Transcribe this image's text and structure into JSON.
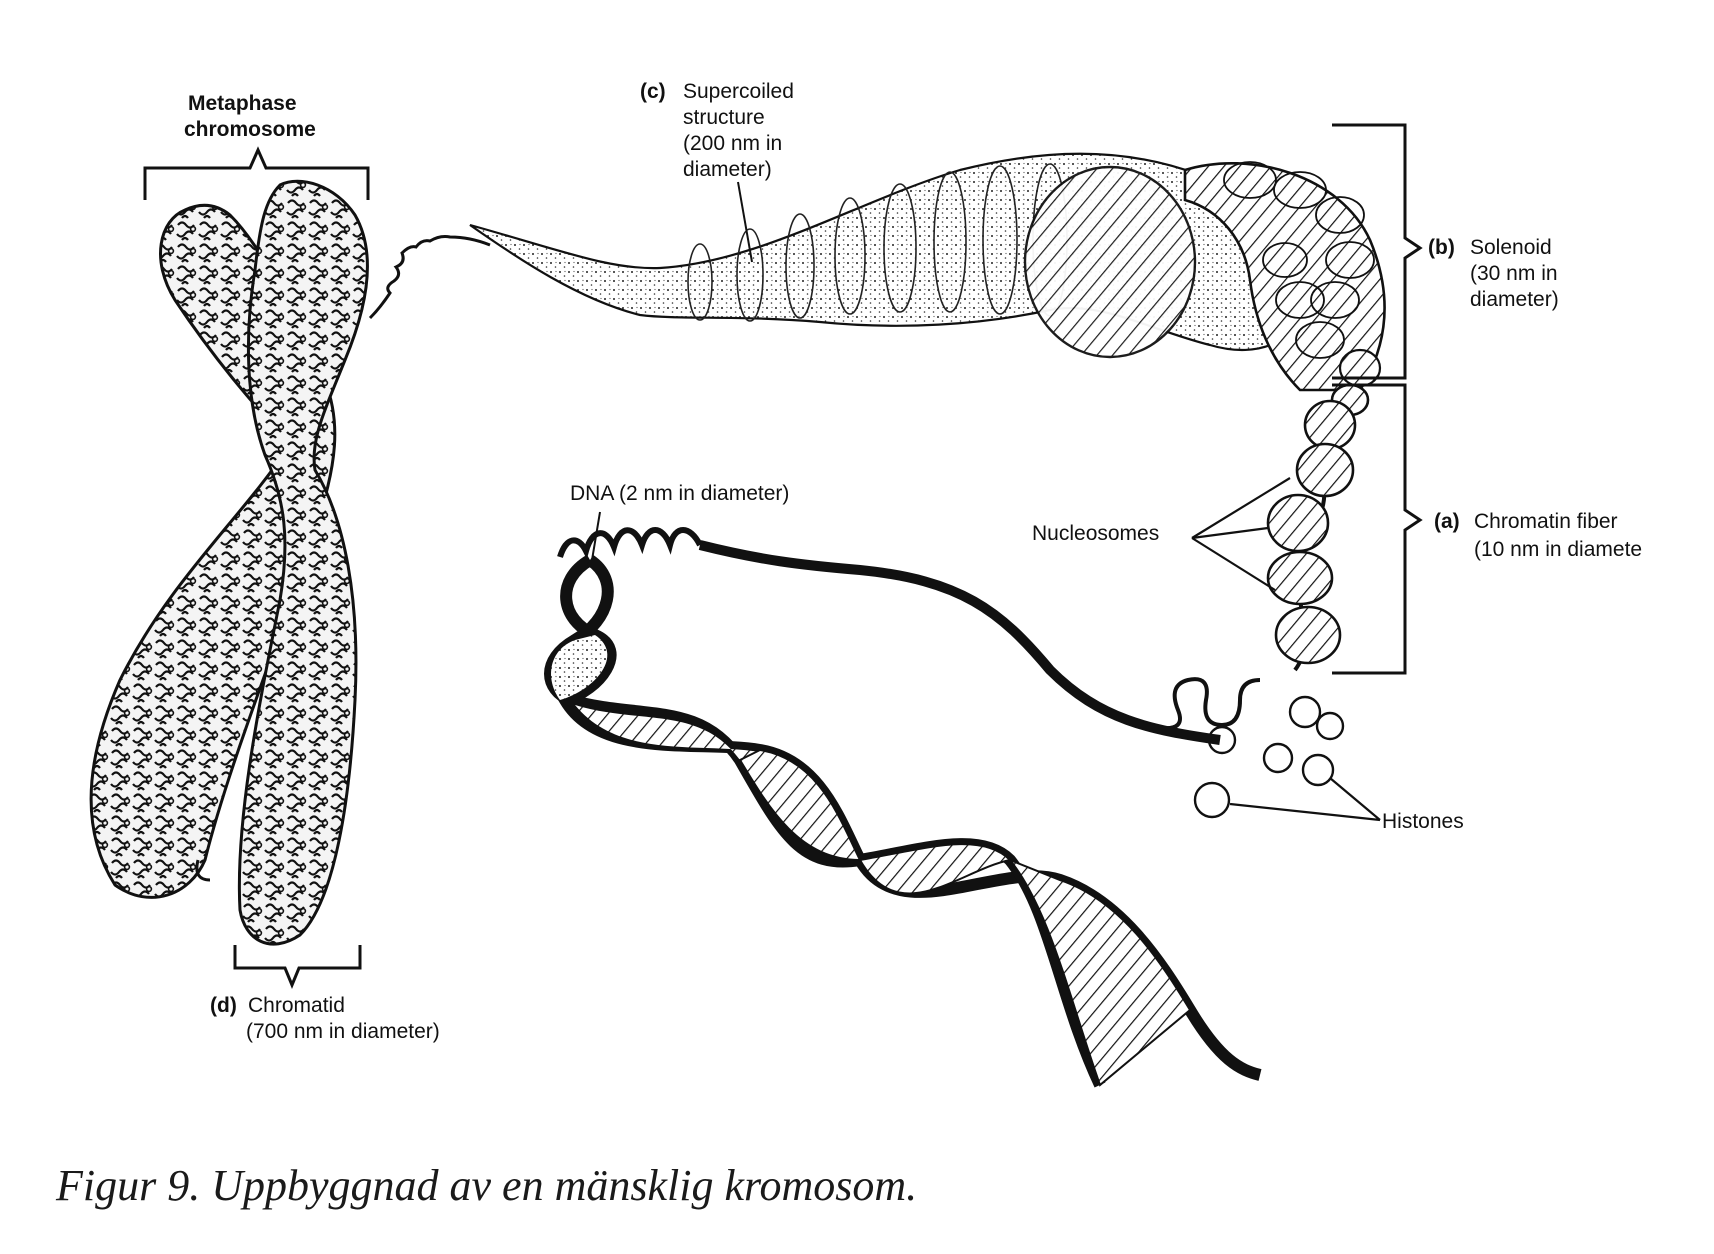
{
  "labels": {
    "metaphase": [
      "Metaphase",
      "chromosome"
    ],
    "supercoiled": {
      "tag": "(c)",
      "lines": [
        "Supercoiled",
        "structure",
        "(200 nm in",
        "diameter)"
      ]
    },
    "solenoid": {
      "tag": "(b)",
      "lines": [
        "Solenoid",
        "(30 nm in",
        "diameter)"
      ]
    },
    "chromatin": {
      "tag": "(a)",
      "lines": [
        "Chromatin fiber",
        "(10 nm in diamete"
      ]
    },
    "nucleosomes": "Nucleosomes",
    "histones": "Histones",
    "dna": "DNA (2 nm in diameter)",
    "chromatid": {
      "tag": "(d)",
      "lines": [
        "Chromatid",
        "(700 nm in diameter)"
      ]
    }
  },
  "caption": "Figur 9. Uppbyggnad av en mänsklig kromosom."
}
